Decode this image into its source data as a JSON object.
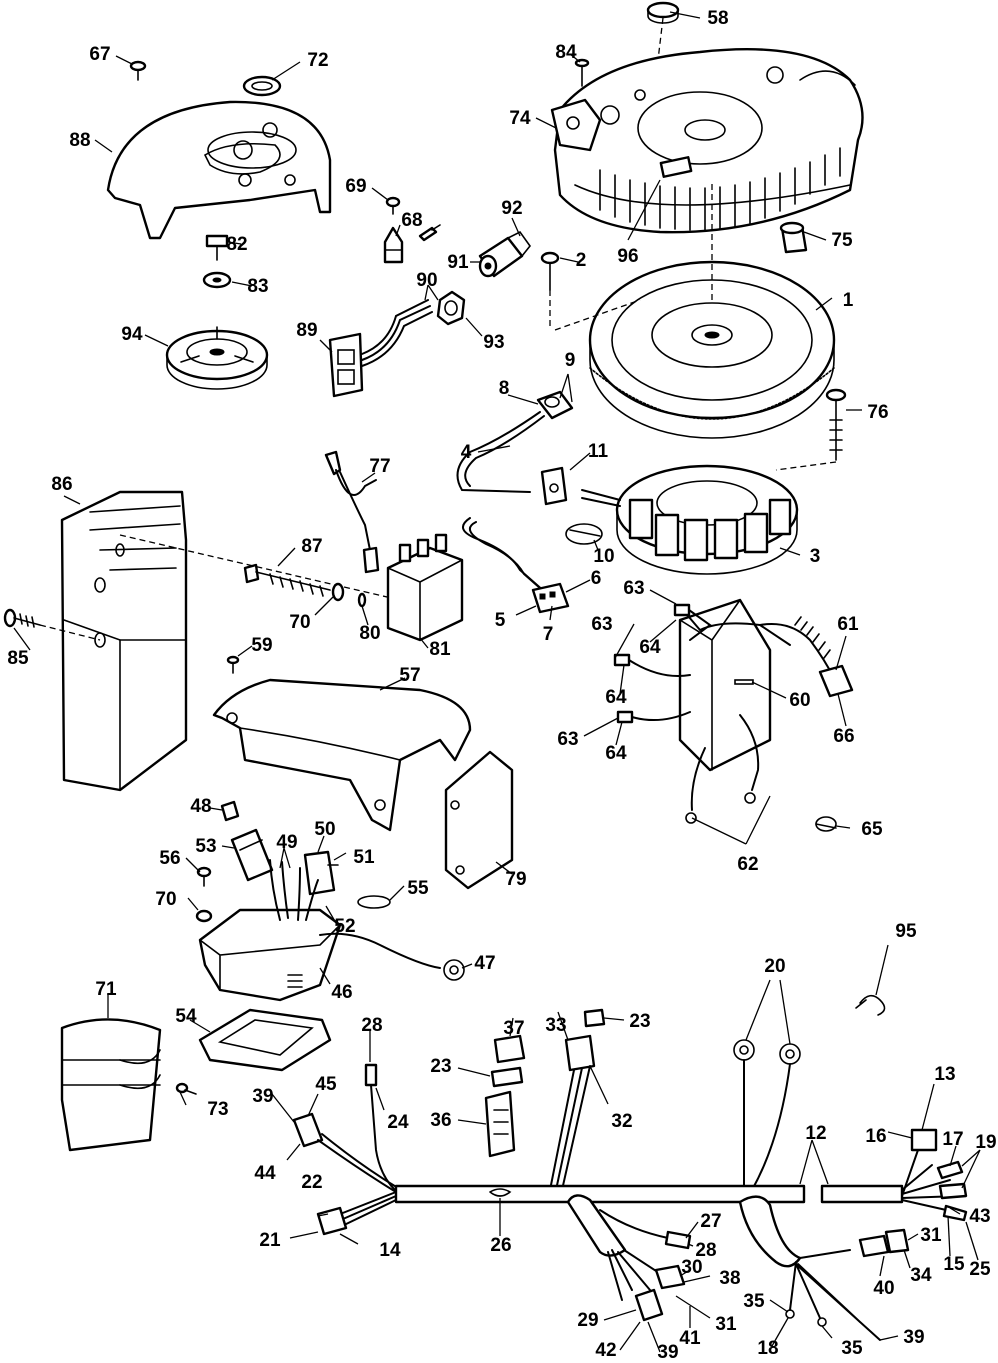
{
  "callouts": [
    {
      "n": "58"
    },
    {
      "n": "67"
    },
    {
      "n": "72"
    },
    {
      "n": "84"
    },
    {
      "n": "74"
    },
    {
      "n": "88"
    },
    {
      "n": "69"
    },
    {
      "n": "68"
    },
    {
      "n": "92"
    },
    {
      "n": "96"
    },
    {
      "n": "75"
    },
    {
      "n": "82"
    },
    {
      "n": "91"
    },
    {
      "n": "2"
    },
    {
      "n": "1"
    },
    {
      "n": "83"
    },
    {
      "n": "90"
    },
    {
      "n": "94"
    },
    {
      "n": "89"
    },
    {
      "n": "93"
    },
    {
      "n": "9"
    },
    {
      "n": "8"
    },
    {
      "n": "76"
    },
    {
      "n": "4"
    },
    {
      "n": "11"
    },
    {
      "n": "77"
    },
    {
      "n": "86"
    },
    {
      "n": "87"
    },
    {
      "n": "10"
    },
    {
      "n": "3"
    },
    {
      "n": "6"
    },
    {
      "n": "63"
    },
    {
      "n": "70"
    },
    {
      "n": "80"
    },
    {
      "n": "5"
    },
    {
      "n": "7"
    },
    {
      "n": "85"
    },
    {
      "n": "81"
    },
    {
      "n": "63"
    },
    {
      "n": "64"
    },
    {
      "n": "61"
    },
    {
      "n": "59"
    },
    {
      "n": "57"
    },
    {
      "n": "64"
    },
    {
      "n": "60"
    },
    {
      "n": "66"
    },
    {
      "n": "63"
    },
    {
      "n": "64"
    },
    {
      "n": "48"
    },
    {
      "n": "50"
    },
    {
      "n": "65"
    },
    {
      "n": "53"
    },
    {
      "n": "49"
    },
    {
      "n": "51"
    },
    {
      "n": "56"
    },
    {
      "n": "62"
    },
    {
      "n": "79"
    },
    {
      "n": "55"
    },
    {
      "n": "70"
    },
    {
      "n": "52"
    },
    {
      "n": "95"
    },
    {
      "n": "20"
    },
    {
      "n": "47"
    },
    {
      "n": "46"
    },
    {
      "n": "71"
    },
    {
      "n": "37"
    },
    {
      "n": "33"
    },
    {
      "n": "54"
    },
    {
      "n": "28"
    },
    {
      "n": "23"
    },
    {
      "n": "23"
    },
    {
      "n": "13"
    },
    {
      "n": "45"
    },
    {
      "n": "39"
    },
    {
      "n": "73"
    },
    {
      "n": "36"
    },
    {
      "n": "24"
    },
    {
      "n": "32"
    },
    {
      "n": "12"
    },
    {
      "n": "16"
    },
    {
      "n": "17"
    },
    {
      "n": "19"
    },
    {
      "n": "44"
    },
    {
      "n": "22"
    },
    {
      "n": "43"
    },
    {
      "n": "26"
    },
    {
      "n": "27"
    },
    {
      "n": "21"
    },
    {
      "n": "14"
    },
    {
      "n": "28"
    },
    {
      "n": "31"
    },
    {
      "n": "15"
    },
    {
      "n": "25"
    },
    {
      "n": "30"
    },
    {
      "n": "38"
    },
    {
      "n": "34"
    },
    {
      "n": "40"
    },
    {
      "n": "35"
    },
    {
      "n": "29"
    },
    {
      "n": "31"
    },
    {
      "n": "41"
    },
    {
      "n": "18"
    },
    {
      "n": "35"
    },
    {
      "n": "39"
    },
    {
      "n": "42"
    },
    {
      "n": "39"
    }
  ]
}
